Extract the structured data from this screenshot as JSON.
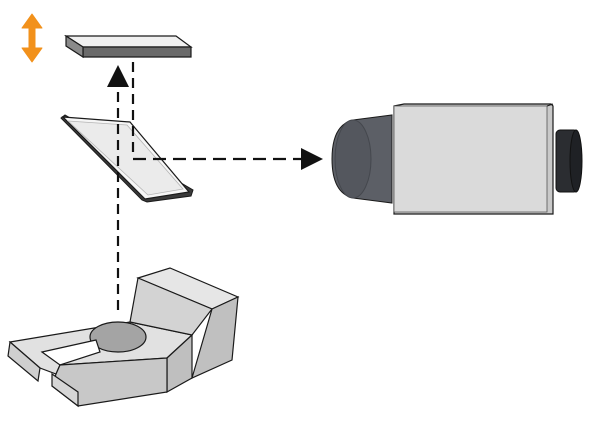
{
  "diagram": {
    "components": [
      {
        "id": "movable-reference-mirror",
        "icon": "reference-plate-icon",
        "role": "movable plate (vertical travel)"
      },
      {
        "id": "vertical-travel-indicator",
        "icon": "double-arrow-vertical-icon",
        "role": "up/down motion"
      },
      {
        "id": "beam-splitter",
        "icon": "beam-splitter-icon",
        "role": "angled glass plate"
      },
      {
        "id": "camera",
        "icon": "camera-icon",
        "role": "detector"
      },
      {
        "id": "workpiece",
        "icon": "workpiece-icon",
        "role": "sample with keyhole slot"
      }
    ],
    "beam_paths": [
      {
        "id": "sample-to-reference",
        "style": "dashed",
        "arrow": "up"
      },
      {
        "id": "splitter-to-camera",
        "style": "dashed",
        "arrow": "right"
      }
    ],
    "colors": {
      "motion_arrow": "#F2911B",
      "outline": "#1a1a1a",
      "plate_top": "#f0f0f0",
      "plate_side": "#6a6a6a",
      "glass": "#f4f4f4",
      "camera_body": "#d9d9d9",
      "lens": "#5c5f66",
      "eyepiece": "#2b2d31",
      "workpiece_top": "#dedede",
      "workpiece_side": "#c4c4c4",
      "workpiece_dark": "#9a9a9a"
    }
  }
}
